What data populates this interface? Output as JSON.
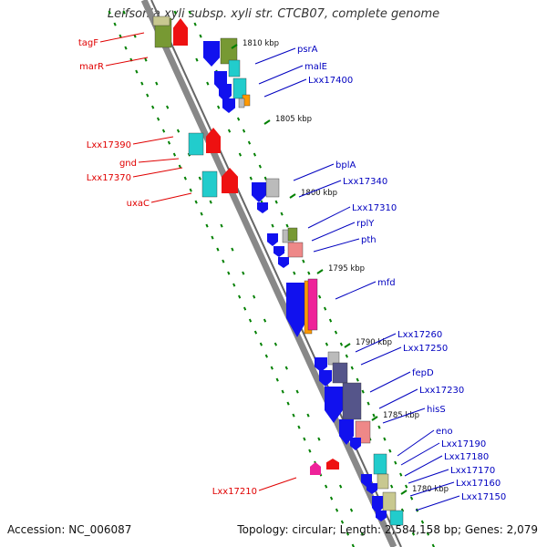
{
  "title": "Leifsonia xyli subsp. xyli str. CTCB07, complete genome",
  "accession": "Accession: NC_006087",
  "summary": "Topology: circular; Length: 2,584,158 bp; Genes: 2,079",
  "colors": {
    "backbone": "#888888",
    "left_label": "#e00000",
    "right_label": "#0000c0",
    "tick": "#008000",
    "red": "#ee1111",
    "blue": "#1111ee",
    "cyan": "#22cccc",
    "olive": "#779933",
    "gray": "#bbbbbb",
    "pink": "#ee8888",
    "orange": "#ff9900",
    "magenta": "#ee2299",
    "slate": "#55558a",
    "khaki": "#c8c890"
  },
  "kbp_markers": [
    {
      "label": "1810 kbp"
    },
    {
      "label": "1805 kbp"
    },
    {
      "label": "1800 kbp"
    },
    {
      "label": "1795 kbp"
    },
    {
      "label": "1790 kbp"
    },
    {
      "label": "1785 kbp"
    },
    {
      "label": "1780 kbp"
    }
  ],
  "left_genes": [
    {
      "name": "tagF"
    },
    {
      "name": "marR"
    },
    {
      "name": "Lxx17390"
    },
    {
      "name": "gnd"
    },
    {
      "name": "Lxx17370"
    },
    {
      "name": "uxaC"
    },
    {
      "name": "Lxx17210"
    }
  ],
  "right_genes": [
    {
      "name": "psrA"
    },
    {
      "name": "malE"
    },
    {
      "name": "Lxx17400"
    },
    {
      "name": "bplA"
    },
    {
      "name": "Lxx17340"
    },
    {
      "name": "Lxx17310"
    },
    {
      "name": "rplY"
    },
    {
      "name": "pth"
    },
    {
      "name": "mfd"
    },
    {
      "name": "Lxx17260"
    },
    {
      "name": "Lxx17250"
    },
    {
      "name": "fepD"
    },
    {
      "name": "Lxx17230"
    },
    {
      "name": "hisS"
    },
    {
      "name": "eno"
    },
    {
      "name": "Lxx17190"
    },
    {
      "name": "Lxx17180"
    },
    {
      "name": "Lxx17170"
    },
    {
      "name": "Lxx17160"
    },
    {
      "name": "Lxx17150"
    }
  ]
}
